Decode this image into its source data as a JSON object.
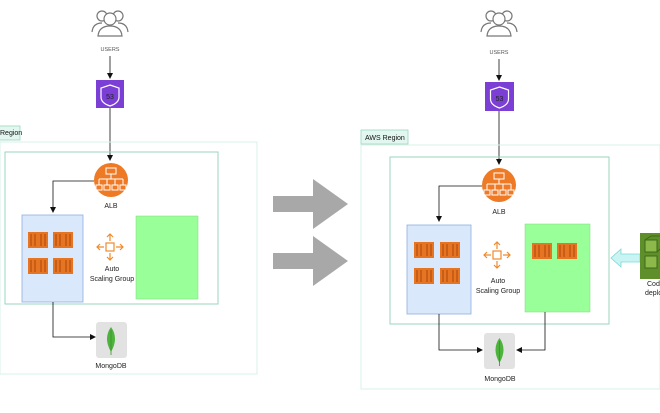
{
  "left": {
    "users_label": "USERS",
    "route53_label": "53",
    "region_label": "Region",
    "alb_label": "ALB",
    "asg_label_line1": "Auto",
    "asg_label_line2": "Scaling Group",
    "db_label": "MongoDB"
  },
  "right": {
    "users_label": "USERS",
    "route53_label": "53",
    "region_label": "AWS Region",
    "alb_label": "ALB",
    "asg_label_line1": "Auto",
    "asg_label_line2": "Scaling Group",
    "db_label": "MongoDB",
    "codedeploy_line1": "Cod",
    "codedeploy_line2": "deplo"
  },
  "colors": {
    "route53": "#7B3FD6",
    "alb": "#EF7A25",
    "ec2": "#E57523",
    "region_border": "#9AD6BC",
    "region_fill": "#E3F7F1",
    "blue_group": "#DAE8FC",
    "green_group": "#99FF99",
    "arrow_gray": "#A8A8A8",
    "codedeploy": "#5E8F2A",
    "cyan_arrow": "#C9F4F4"
  }
}
